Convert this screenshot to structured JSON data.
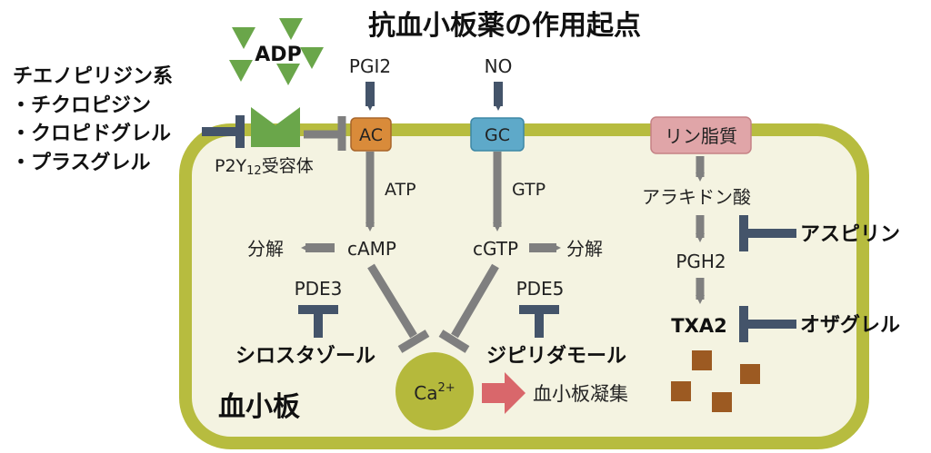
{
  "title": "抗血小板薬の作用起点",
  "adp": "ADP",
  "p2y12": {
    "prefix": "P2Y",
    "sub": "12",
    "suffix": "受容体"
  },
  "thienopyridine": {
    "heading": "チエノピリジン系",
    "drugs": [
      "・チクロピジン",
      "・クロピドグレル",
      "・プラスグレル"
    ]
  },
  "pgi2": "PGI2",
  "no": "NO",
  "ac": "AC",
  "gc": "GC",
  "atp": "ATP",
  "gtp": "GTP",
  "camp": "cAMP",
  "cgtp": "cGTP",
  "decomp_left": "分解",
  "decomp_right": "分解",
  "pde3": "PDE3",
  "pde5": "PDE5",
  "cilostazol": "シロスタゾール",
  "dipyridamole": "ジピリダモール",
  "ca": {
    "base": "Ca",
    "sup": "2+"
  },
  "aggregation": "血小板凝集",
  "platelet": "血小板",
  "phospholipid": "リン脂質",
  "arachidonic": "アラキドン酸",
  "pgh2": "PGH2",
  "txa2": "TXA2",
  "aspirin": "アスピリン",
  "ozagrel": "オザグレル",
  "colors": {
    "platelet_border": "#b7bc3f",
    "platelet_fill": "#f4f3e1",
    "arrow": "#7f7f7f",
    "inhibitor": "#44546a",
    "ac_box": "#d98b3a",
    "gc_box": "#5ea9c9",
    "phospholipid_box": "#e0a5a8",
    "adp_green": "#6aa64a",
    "ca_circle": "#b5b93c",
    "aggregation_arrow": "#d9676b",
    "granule": "#9c5a22"
  }
}
